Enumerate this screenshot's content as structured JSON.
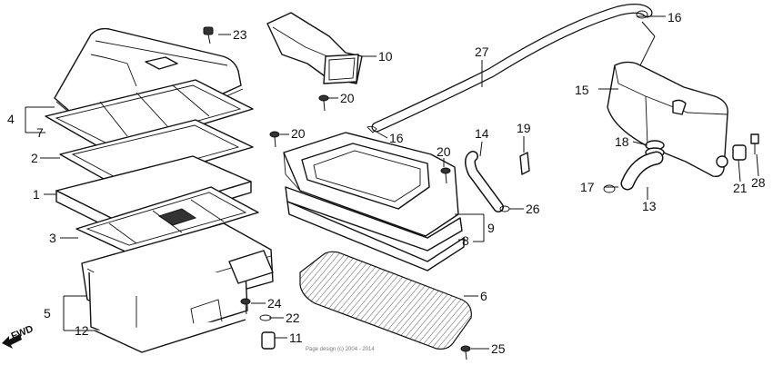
{
  "fwd_label": "FWD",
  "copyright": "Page design (c) 2004 - 2014",
  "callouts": {
    "c1": "1",
    "c2": "2",
    "c3": "3",
    "c4": "4",
    "c5": "5",
    "c6": "6",
    "c7": "7",
    "c8": "8",
    "c9": "9",
    "c10": "10",
    "c11": "11",
    "c12": "12",
    "c13": "13",
    "c14": "14",
    "c15": "15",
    "c16a": "16",
    "c16b": "16",
    "c17": "17",
    "c18": "18",
    "c19": "19",
    "c20a": "20",
    "c20b": "20",
    "c20c": "20",
    "c21": "21",
    "c22": "22",
    "c23": "23",
    "c24": "24",
    "c25": "25",
    "c26": "26",
    "c27": "27",
    "c28": "28"
  }
}
